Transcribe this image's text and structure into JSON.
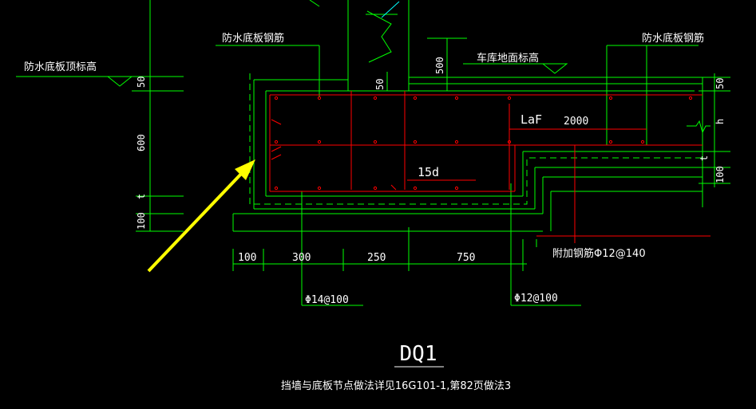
{
  "colors": {
    "background": "#000000",
    "outline": "#00ff00",
    "rebar": "#ff0000",
    "text": "#ffffff",
    "arrow": "#ffff00",
    "leader": "#00ffff"
  },
  "labels": {
    "waterproof_bottom_elevation": "防水底板顶标高",
    "waterproof_rebar_left": "防水底板钢筋",
    "waterproof_rebar_right": "防水底板钢筋",
    "garage_floor_elevation": "车库地面标高",
    "laf": "LaF",
    "anchor_15d": "15d",
    "additional_rebar": "附加钢筋Φ12@140",
    "rebar_14": "Φ14@100",
    "rebar_12": "Φ12@100"
  },
  "dimensions": {
    "left_50": "50",
    "left_600": "600",
    "left_t": "t",
    "left_100": "100",
    "mid_50": "50",
    "mid_500": "500",
    "bottom_100": "100",
    "bottom_300": "300",
    "bottom_250": "250",
    "bottom_750": "750",
    "right_2000": "2000",
    "right_50": "50",
    "right_h": "h",
    "right_t": "t",
    "right_100": "100"
  },
  "title": {
    "name": "DQ1",
    "note": "挡墙与底板节点做法详见16G101-1,第82页做法3"
  }
}
